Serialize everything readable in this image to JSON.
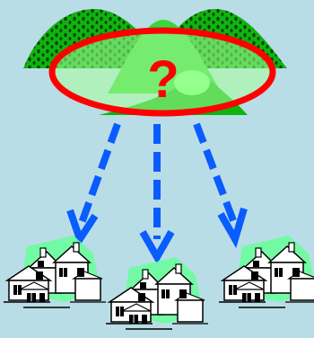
{
  "diagram": {
    "center_label": "?",
    "colors": {
      "background": "#b9dde6",
      "hill_dark": "#0fb30f",
      "hill_light": "#66ff66",
      "ellipse_stroke": "#ff0000",
      "question_mark": "#ff0000",
      "arrow": "#0a5cff",
      "house_fill": "#ffffff",
      "house_outline": "#000000",
      "house_glow": "#66ff99"
    },
    "nodes": [
      {
        "id": "source-hills",
        "icon": "hills-icon"
      },
      {
        "id": "house-left",
        "icon": "house-icon"
      },
      {
        "id": "house-center",
        "icon": "house-icon"
      },
      {
        "id": "house-right",
        "icon": "house-icon"
      }
    ],
    "edges": [
      {
        "from": "source-hills",
        "to": "house-left",
        "style": "dashed"
      },
      {
        "from": "source-hills",
        "to": "house-center",
        "style": "dashed"
      },
      {
        "from": "source-hills",
        "to": "house-right",
        "style": "dashed"
      }
    ]
  }
}
